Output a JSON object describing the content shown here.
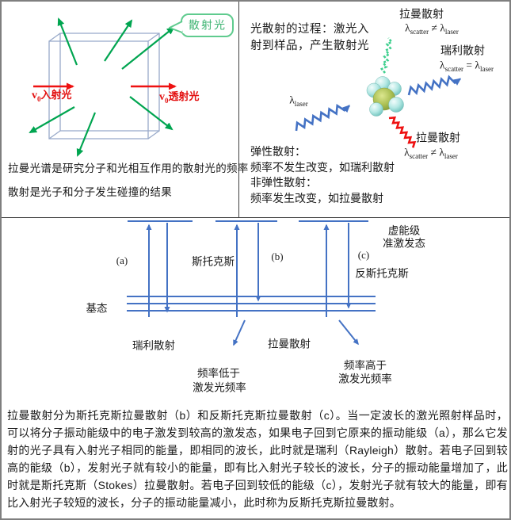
{
  "colors": {
    "diagram_blue": "#4472c4",
    "arrow_green": "#00a550",
    "mint_green": "#3ecf8e",
    "arrow_red": "#ee1111",
    "cube_edge": "#98a9c9",
    "bubble_border": "#5fcb8e",
    "bubble_text": "#3cb371",
    "text": "#1a1a1a"
  },
  "top_left": {
    "bubble_label": "散射光",
    "incident": {
      "v": "v",
      "sub": "0",
      "label": "入射光"
    },
    "transmitted": {
      "v": "v",
      "sub": "0",
      "label": "透射光"
    },
    "caption_line1": "拉曼光谱是研究分子和光相互作用的散射光的频率",
    "caption_line2": "散射是光子和分子发生碰撞的结果"
  },
  "top_right": {
    "intro_line1": "光散射的过程：激光入",
    "intro_line2": "射到样品，产生散射光",
    "raman_top": "拉曼散射",
    "rayleigh": "瑞利散射",
    "raman_bottom": "拉曼散射",
    "lambda": "λ",
    "sub_scatter": "scatter",
    "sub_laser": "laser",
    "neq": "≠",
    "eq": "=",
    "elastic_title": "弹性散射：",
    "elastic_desc": "频率不发生改变，如瑞利散射",
    "inelastic_title": "非弹性散射：",
    "inelastic_desc": "频率发生改变，如拉曼散射"
  },
  "energy_diagram": {
    "label_a": "(a)",
    "label_b": "(b)",
    "label_c": "(c)",
    "stokes": "斯托克斯",
    "anti_stokes": "反斯托克斯",
    "virtual_level": "虚能级",
    "quasi_excited": "准激发态",
    "ground_state": "基态",
    "rayleigh_scattering": "瑞利散射",
    "raman_scattering": "拉曼散射",
    "freq_low_line1": "频率低于",
    "freq_low_line2": "激发光频率",
    "freq_high_line1": "频率高于",
    "freq_high_line2": "激发光频率"
  },
  "paragraph": "拉曼散射分为斯托克斯拉曼散射（b）和反斯托克斯拉曼散射（c）。当一定波长的激光照射样品时，可以将分子振动能级中的电子激发到较高的激发态，如果电子回到它原来的振动能级（a），那么它发射的光子具有入射光子相同的能量，即相同的波长，此时就是瑞利（Rayleigh）散射。若电子回到较高的能级（b），发射光子就有较小的能量，即有比入射光子较长的波长，分子的振动能量增加了，此时就是斯托克斯（Stokes）拉曼散射。若电子回到较低的能级（c），发射光子就有较大的能量，即有比入射光子较短的波长，分子的振动能量减小，此时称为反斯托克斯拉曼散射。"
}
